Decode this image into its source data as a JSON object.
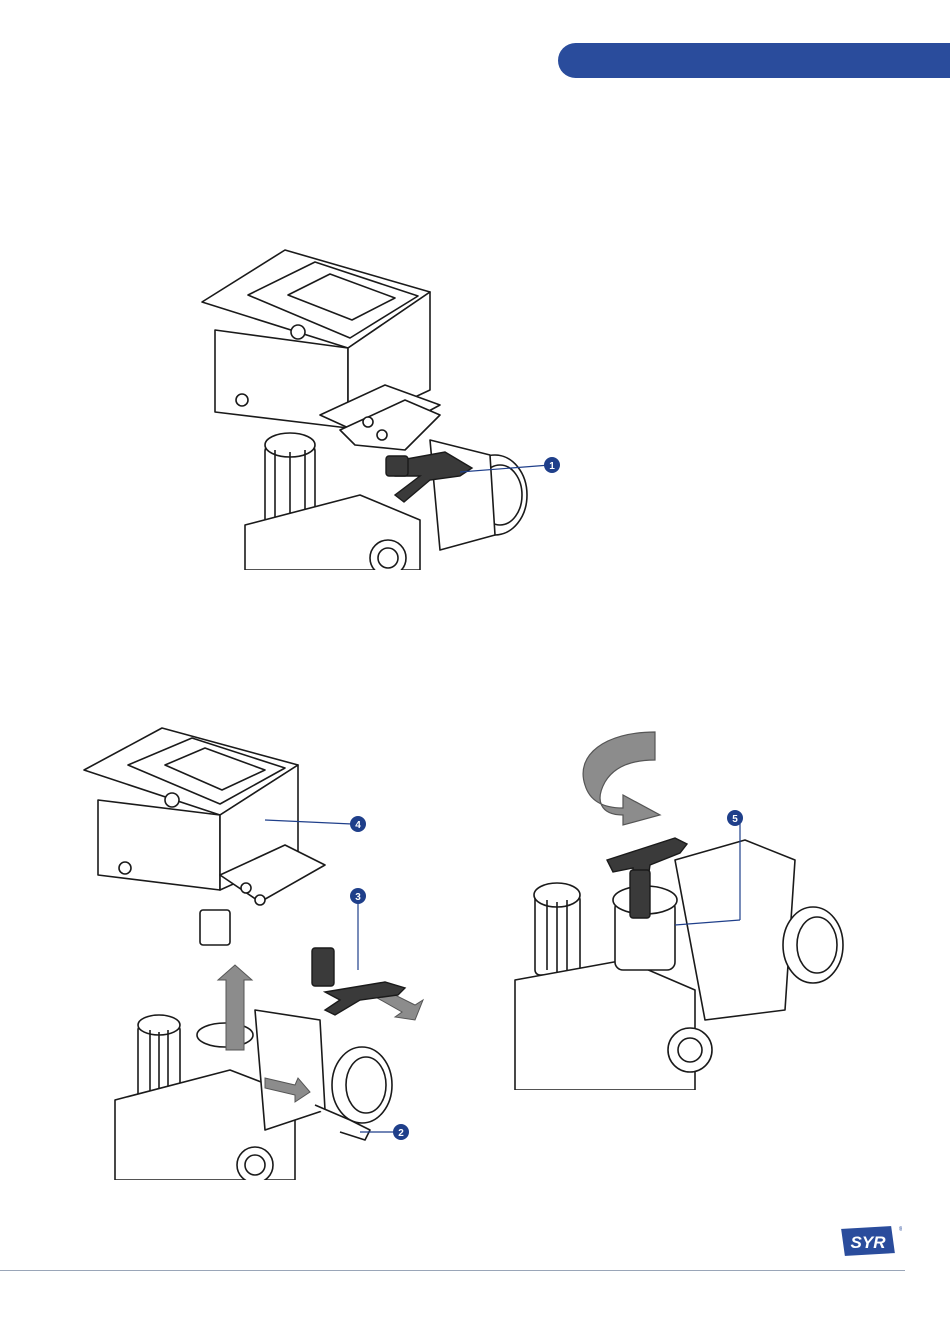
{
  "header": {
    "banner_color": "#2a4c9c"
  },
  "figures": [
    {
      "callouts": [
        "1"
      ]
    },
    {
      "callouts": [
        "4",
        "3",
        "2"
      ]
    },
    {
      "callouts": [
        "5"
      ]
    }
  ],
  "brand": {
    "logo_text": "SYR",
    "registered_mark": "®",
    "color": "#2a4c9c"
  },
  "colors": {
    "callout_fill": "#1f3f8a",
    "drawing_stroke": "#1a1a1a",
    "arrow_fill": "#8c8c8c",
    "part_fill": "#3a3a3a"
  }
}
